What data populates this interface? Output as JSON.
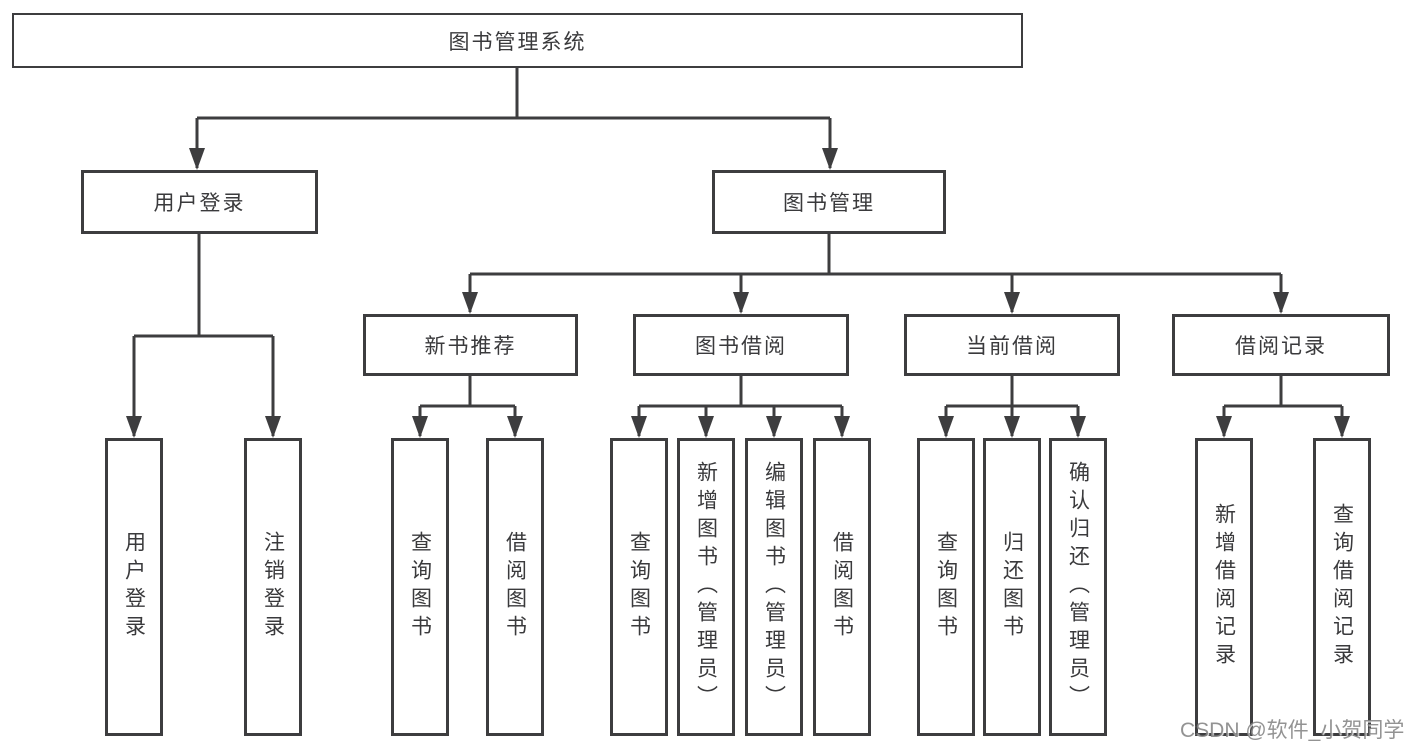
{
  "title": "图书管理系统",
  "tree": {
    "label": "图书管理系统",
    "children": [
      {
        "label": "用户登录",
        "children": [
          {
            "label": "用户登录"
          },
          {
            "label": "注销登录"
          }
        ]
      },
      {
        "label": "图书管理",
        "children": [
          {
            "label": "新书推荐",
            "children": [
              {
                "label": "查询图书"
              },
              {
                "label": "借阅图书"
              }
            ]
          },
          {
            "label": "图书借阅",
            "children": [
              {
                "label": "查询图书"
              },
              {
                "label": "新增图书（管理员）"
              },
              {
                "label": "编辑图书（管理员）"
              },
              {
                "label": "借阅图书"
              }
            ]
          },
          {
            "label": "当前借阅",
            "children": [
              {
                "label": "查询图书"
              },
              {
                "label": "归还图书"
              },
              {
                "label": "确认归还（管理员）"
              }
            ]
          },
          {
            "label": "借阅记录",
            "children": [
              {
                "label": "新增借阅记录"
              },
              {
                "label": "查询借阅记录"
              }
            ]
          }
        ]
      }
    ]
  },
  "watermark": {
    "text": "CSDN @软件_小贺同学"
  },
  "colors": {
    "line": "#3d3d3f",
    "box_border": "#3d3d3f",
    "text": "#3a3a3c",
    "watermark": "#808080",
    "background": "#ffffff"
  }
}
